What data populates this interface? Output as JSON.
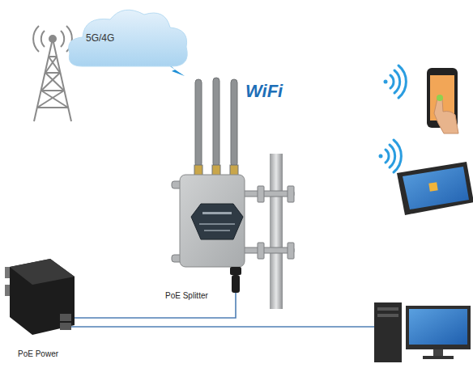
{
  "diagram": {
    "nodes": [
      {
        "text": [
          "5G/4G"
        ]
      }
    ],
    "labels": [
      "WiFi",
      "PoE Splitter",
      "PoE Power"
    ]
  }
}
